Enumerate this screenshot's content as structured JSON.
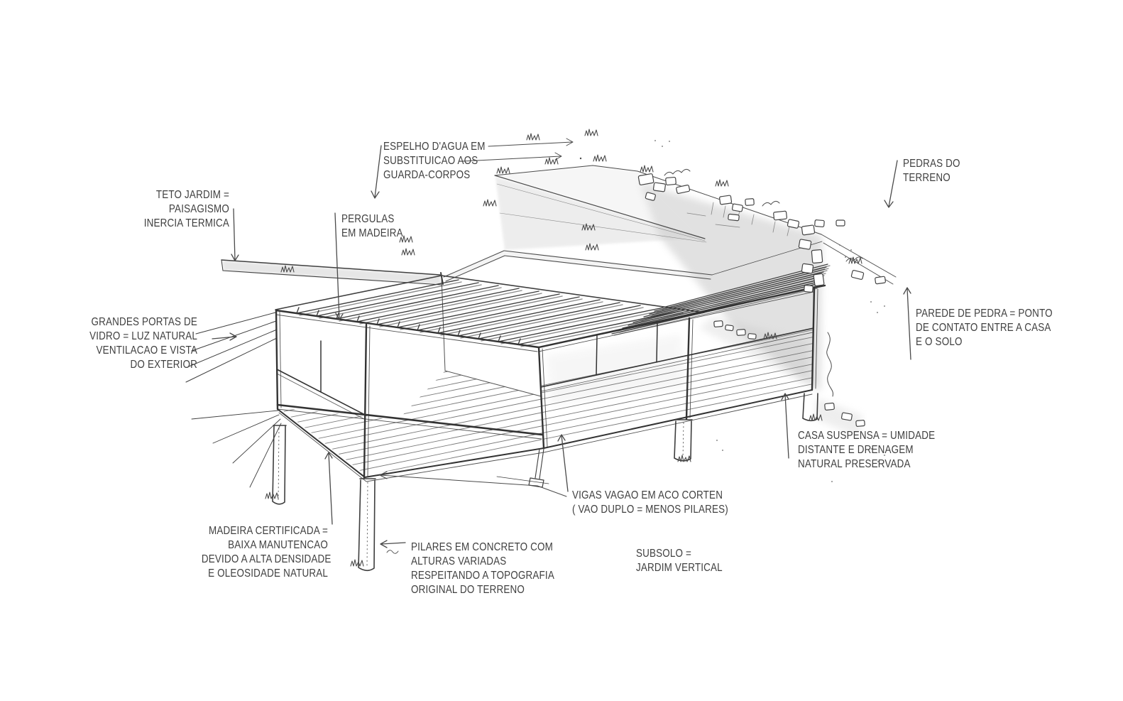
{
  "figure": {
    "kind": "hand-drawn architectural concept sketch, perspective view of a suspended house",
    "language": "Portuguese"
  },
  "palette": {
    "paper": "#ffffff",
    "ink": "#3f3f3f",
    "pencil_shade": "#a3a3a3"
  },
  "annotations": {
    "espelho_dagua": {
      "lines": [
        "ESPELHO D'AGUA EM",
        "SUBSTITUICAO AOS",
        "GUARDA-CORPOS"
      ],
      "arrow": "down"
    },
    "pedras_terreno": {
      "lines": [
        "PEDRAS DO",
        "TERRENO"
      ],
      "arrow": "down-left"
    },
    "teto_jardim": {
      "lines": [
        "TETO JARDIM =",
        "PAISAGISMO",
        "INERCIA TERMICA"
      ],
      "arrow": "down"
    },
    "pergulas": {
      "lines": [
        "PERGULAS",
        "EM MADEIRA"
      ],
      "arrow": "down"
    },
    "grandes_portas": {
      "lines": [
        "GRANDES PORTAS DE",
        "VIDRO = LUZ NATURAL",
        "VENTILACAO E VISTA",
        "DO EXTERIOR"
      ],
      "arrow": "right"
    },
    "parede_pedra": {
      "lines": [
        "PAREDE DE PEDRA = PONTO",
        "DE CONTATO ENTRE A CASA",
        "E O SOLO"
      ],
      "arrow": "up"
    },
    "casa_suspensa": {
      "lines": [
        "CASA SUSPENSA = UMIDADE",
        "DISTANTE E DRENAGEM",
        "NATURAL PRESERVADA"
      ],
      "arrow": "up"
    },
    "vigas_vagao": {
      "lines": [
        "VIGAS VAGAO EM ACO CORTEN",
        "( VAO DUPLO = MENOS PILARES)"
      ],
      "arrow": "up-left"
    },
    "madeira_certificada": {
      "lines": [
        "MADEIRA CERTIFICADA =",
        "BAIXA MANUTENCAO",
        "DEVIDO A ALTA DENSIDADE",
        "E OLEOSIDADE NATURAL"
      ],
      "arrow": "up"
    },
    "pilares_concreto": {
      "lines": [
        "PILARES EM CONCRETO COM",
        "ALTURAS VARIADAS",
        "RESPEITANDO A TOPOGRAFIA",
        "ORIGINAL DO TERRENO"
      ],
      "arrow": "left"
    },
    "subsolo": {
      "lines": [
        "SUBSOLO =",
        "JARDIM VERTICAL"
      ],
      "arrow": "none"
    }
  }
}
